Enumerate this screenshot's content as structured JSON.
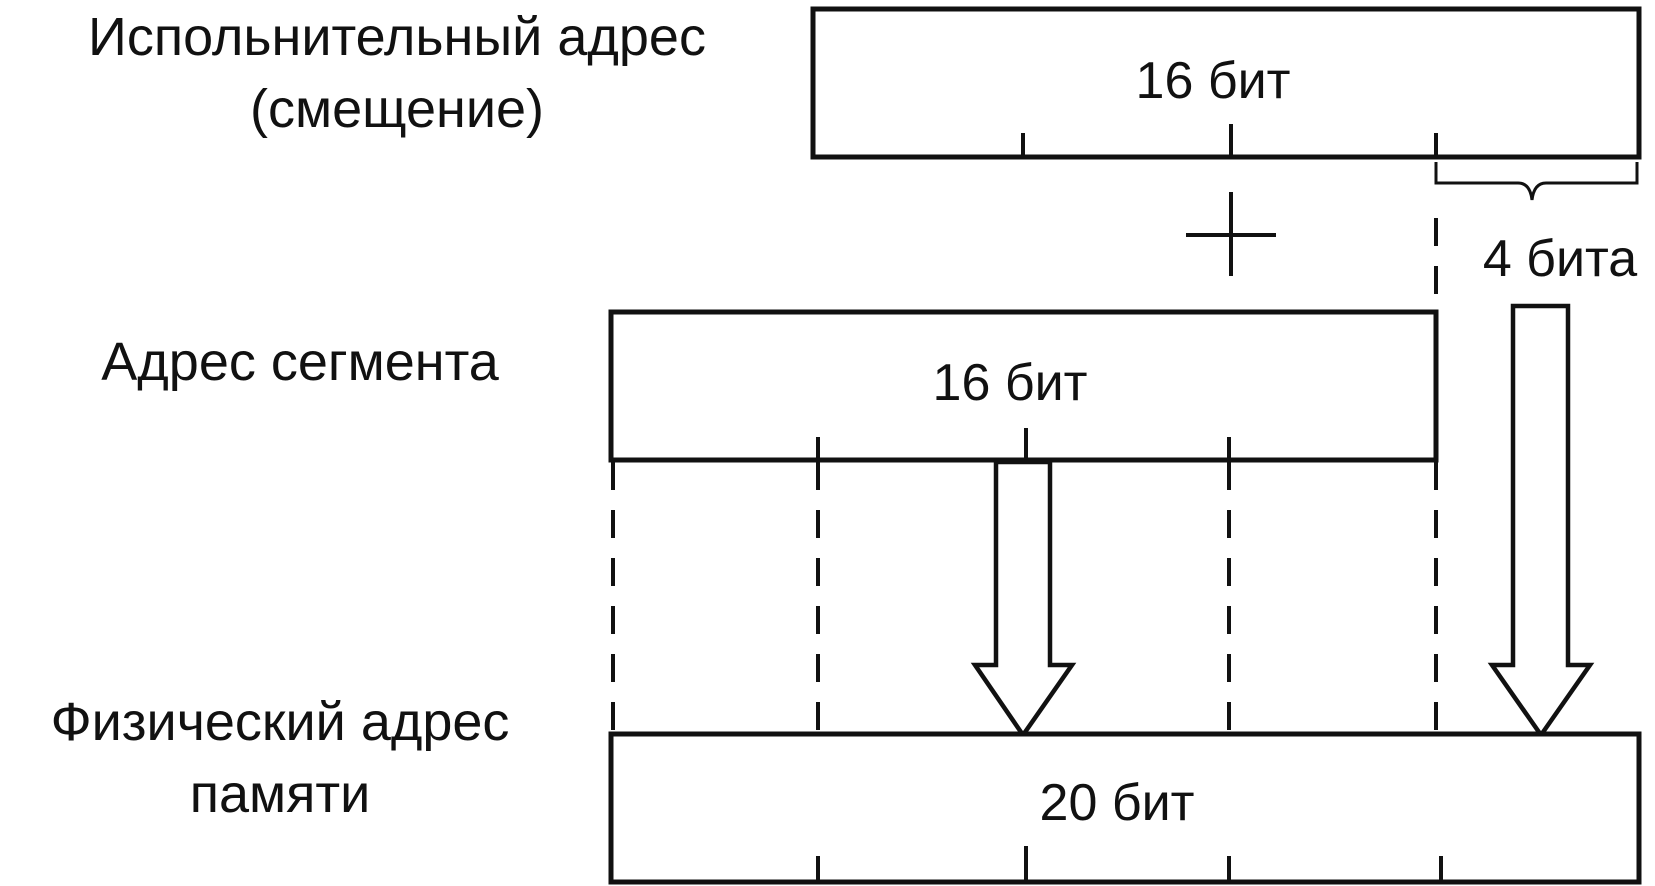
{
  "labels": {
    "effective_address_line1": "Испольнительный адрес",
    "effective_address_line2": "(смещение)",
    "segment_address": "Адрес сегмента",
    "physical_address_line1": "Физический адрес",
    "physical_address_line2": "памяти"
  },
  "boxes": {
    "offset_width": "16 бит",
    "segment_width": "16 бит",
    "physical_width": "20 бит"
  },
  "annotations": {
    "shift_bits": "4 бита",
    "operation": "+"
  },
  "colors": {
    "ink": "#111111",
    "paper": "#ffffff"
  }
}
